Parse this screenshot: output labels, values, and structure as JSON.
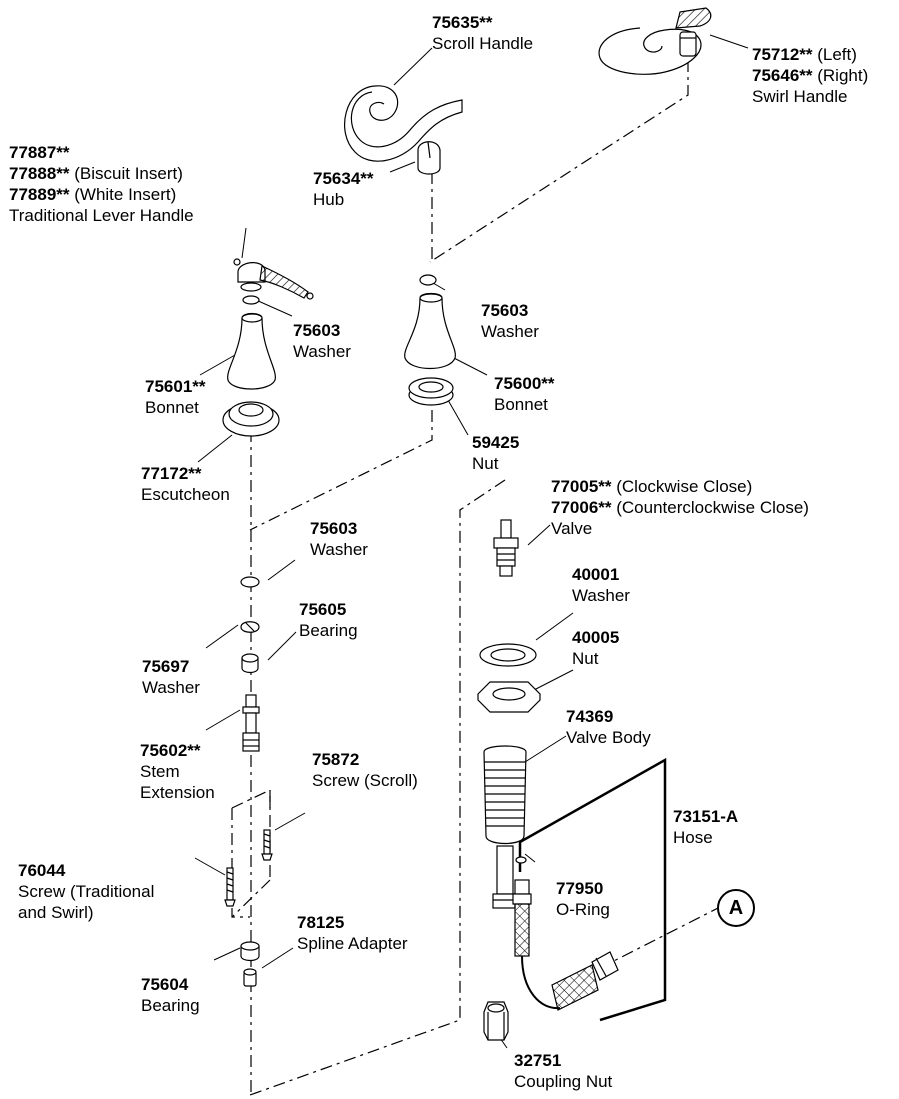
{
  "parts": {
    "scroll_handle": {
      "num": "75635",
      "mark": "**",
      "name": "Scroll Handle"
    },
    "swirl_handle": {
      "num_left": "75712",
      "mark_left": "**",
      "side_left": " (Left)",
      "num_right": "75646",
      "mark_right": "**",
      "side_right": " (Right)",
      "name": "Swirl Handle"
    },
    "lever_handle": {
      "num1": "77887",
      "mark1": "**",
      "num2": "77888",
      "mark2": "**",
      "note2": " (Biscuit Insert)",
      "num3": "77889",
      "mark3": "**",
      "note3": " (White Insert)",
      "name": "Traditional Lever Handle"
    },
    "hub": {
      "num": "75634",
      "mark": "**",
      "name": "Hub"
    },
    "washer_left": {
      "num": "75603",
      "name": "Washer"
    },
    "washer_right": {
      "num": "75603",
      "name": "Washer"
    },
    "bonnet_left": {
      "num": "75601",
      "mark": "**",
      "name": "Bonnet"
    },
    "bonnet_right": {
      "num": "75600",
      "mark": "**",
      "name": "Bonnet"
    },
    "nut_59425": {
      "num": "59425",
      "name": "Nut"
    },
    "escutcheon": {
      "num": "77172",
      "mark": "**",
      "name": "Escutcheon"
    },
    "valve": {
      "num1": "77005",
      "mark1": "**",
      "note1": " (Clockwise Close)",
      "num2": "77006",
      "mark2": "**",
      "note2": " (Counterclockwise Close)",
      "name": "Valve"
    },
    "washer_lower": {
      "num": "75603",
      "name": "Washer"
    },
    "washer_40001": {
      "num": "40001",
      "name": "Washer"
    },
    "bearing_75605": {
      "num": "75605",
      "name": "Bearing"
    },
    "nut_40005": {
      "num": "40005",
      "name": "Nut"
    },
    "washer_75697": {
      "num": "75697",
      "name": "Washer"
    },
    "valve_body": {
      "num": "74369",
      "name": "Valve Body"
    },
    "stem_extension": {
      "num": "75602",
      "mark": "**",
      "name1": "Stem",
      "name2": "Extension"
    },
    "screw_scroll": {
      "num": "75872",
      "name": "Screw (Scroll)"
    },
    "hose": {
      "num": "73151-A",
      "name": "Hose"
    },
    "screw_traditional": {
      "num": "76044",
      "name1": "Screw (Traditional",
      "name2": "and Swirl)"
    },
    "o_ring": {
      "num": "77950",
      "name": "O-Ring"
    },
    "spline_adapter": {
      "num": "78125",
      "name": "Spline Adapter"
    },
    "bearing_75604": {
      "num": "75604",
      "name": "Bearing"
    },
    "coupling_nut": {
      "num": "32751",
      "name": "Coupling Nut"
    },
    "callout": {
      "letter": "A"
    }
  }
}
